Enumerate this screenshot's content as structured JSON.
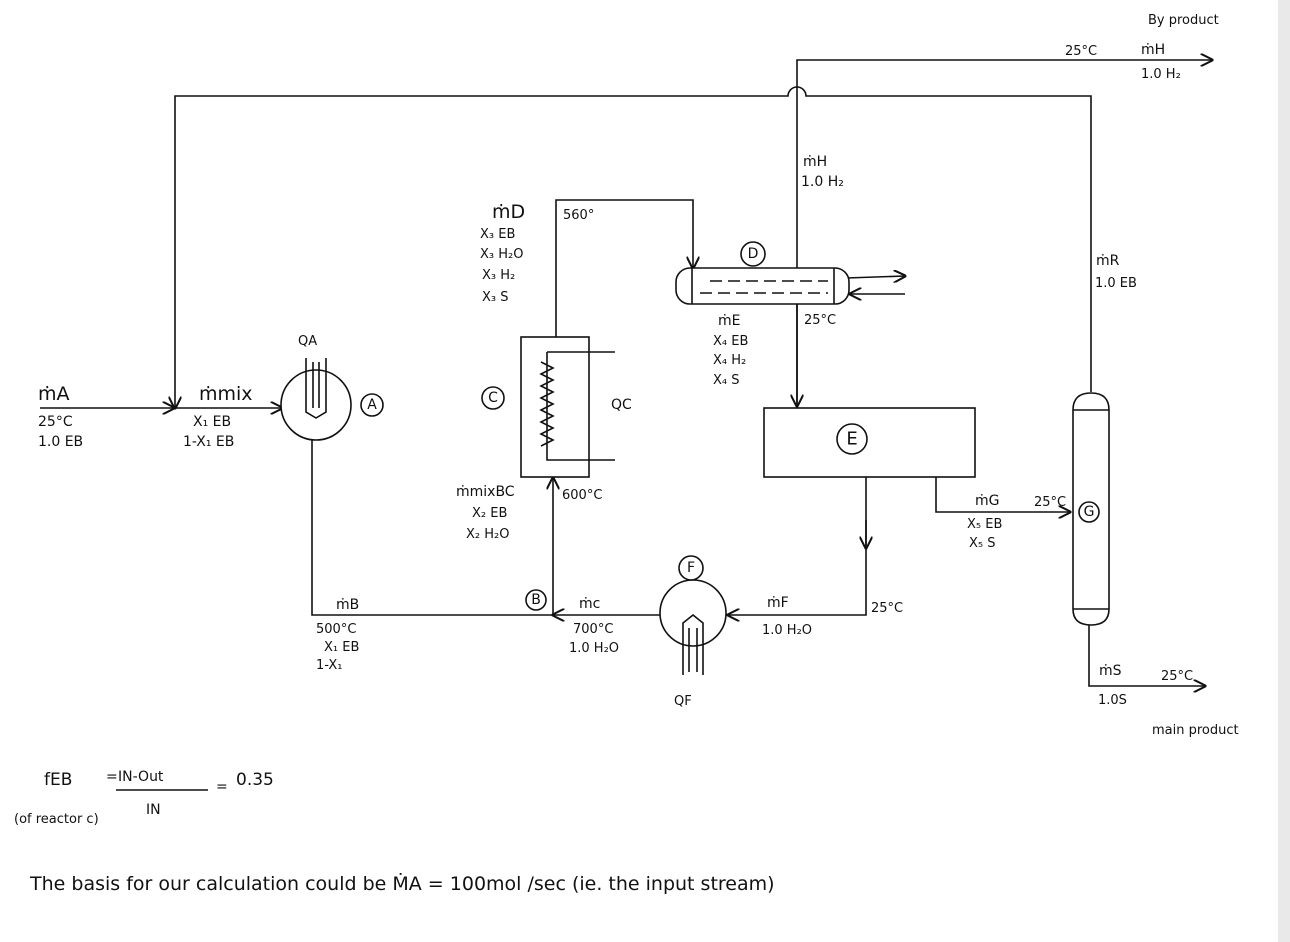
{
  "units": {
    "A": {
      "label": "A",
      "heat": "QA"
    },
    "B": {
      "label": "B"
    },
    "C": {
      "label": "C",
      "heat": "QC"
    },
    "D": {
      "label": "D"
    },
    "E": {
      "label": "E"
    },
    "F": {
      "label": "F",
      "heat": "QF"
    },
    "G": {
      "label": "G"
    }
  },
  "streams": {
    "A": {
      "name": "ṁA",
      "lines": [
        "25°C",
        "1.0 EB"
      ]
    },
    "mix": {
      "name": "ṁmix",
      "lines": [
        "X₁ EB",
        "1-X₁ EB"
      ]
    },
    "B": {
      "name": "ṁB",
      "lines": [
        "500°C",
        "X₁ EB",
        "1-X₁"
      ]
    },
    "C": {
      "name": "ṁc",
      "lines": [
        "700°C",
        "1.0 H₂O"
      ]
    },
    "mixBC": {
      "name": "ṁmixBC",
      "lines": [
        "X₂ EB",
        "X₂ H₂O"
      ],
      "temp": "600°C"
    },
    "D": {
      "name": "ṁD",
      "lines": [
        "X₃ EB",
        "X₃ H₂O",
        "X₃ H₂",
        "X₃ S"
      ],
      "temp": "560°"
    },
    "E": {
      "name": "ṁE",
      "lines": [
        "X₄ EB",
        "X₄ H₂",
        "X₄ S"
      ],
      "temp": "25°C"
    },
    "H_top": {
      "name": "ṁH",
      "lines": [
        "1.0 H₂"
      ]
    },
    "R": {
      "name": "ṁR",
      "lines": [
        "1.0 EB"
      ]
    },
    "G_in": {
      "name": "ṁG",
      "lines": [
        "X₅ EB",
        "X₅ S"
      ],
      "temp": "25°C"
    },
    "F": {
      "name": "ṁF",
      "lines": [
        "1.0 H₂O"
      ],
      "temp": "25°C"
    },
    "S": {
      "name": "ṁS",
      "lines": [
        "1.0S"
      ],
      "temp": "25°C",
      "note": "main product"
    },
    "H_out": {
      "name": "ṁH",
      "lines": [
        "1.0 H₂"
      ],
      "temp": "25°C",
      "note": "By product"
    }
  },
  "equation": {
    "lhs": "fEB",
    "eq1": "=",
    "numerator": "IN-Out",
    "denominator": "IN",
    "eq2": "=",
    "value": "0.35",
    "note": "(of reactor c)"
  },
  "basis_text": "The basis for our calculation could be ṀA = 100mol /sec (ie. the input stream)"
}
